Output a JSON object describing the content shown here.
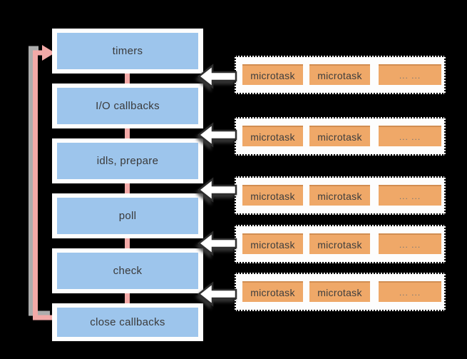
{
  "diagram": {
    "background": "#000000",
    "phases": [
      {
        "label": "timers"
      },
      {
        "label": "I/O callbacks"
      },
      {
        "label": "idls, prepare"
      },
      {
        "label": "poll"
      },
      {
        "label": "check"
      },
      {
        "label": "close callbacks"
      }
    ],
    "queues": [
      {
        "items": [
          "microtask",
          "microtask",
          "... ..."
        ]
      },
      {
        "items": [
          "microtask",
          "microtask",
          "... ..."
        ]
      },
      {
        "items": [
          "microtask",
          "microtask",
          "... ..."
        ]
      },
      {
        "items": [
          "microtask",
          "microtask",
          "... ..."
        ]
      },
      {
        "items": [
          "microtask",
          "microtask",
          "... ..."
        ]
      }
    ],
    "colors": {
      "phase_fill": "#9dc5ec",
      "phase_frame": "#fdfdfd",
      "phase_text": "#3a3a3a",
      "queue_fill": "#efa868",
      "queue_frame": "#fdfdfd",
      "queue_dotted_border": "#000000",
      "queue_shadow_band": "#3a3a3a",
      "connector_pink": "#f2a9a7",
      "loop_shadow_gray": "#adadad",
      "block_arrow_fill": "#ffffff",
      "block_arrow_outline": "#2e2e2e"
    }
  }
}
